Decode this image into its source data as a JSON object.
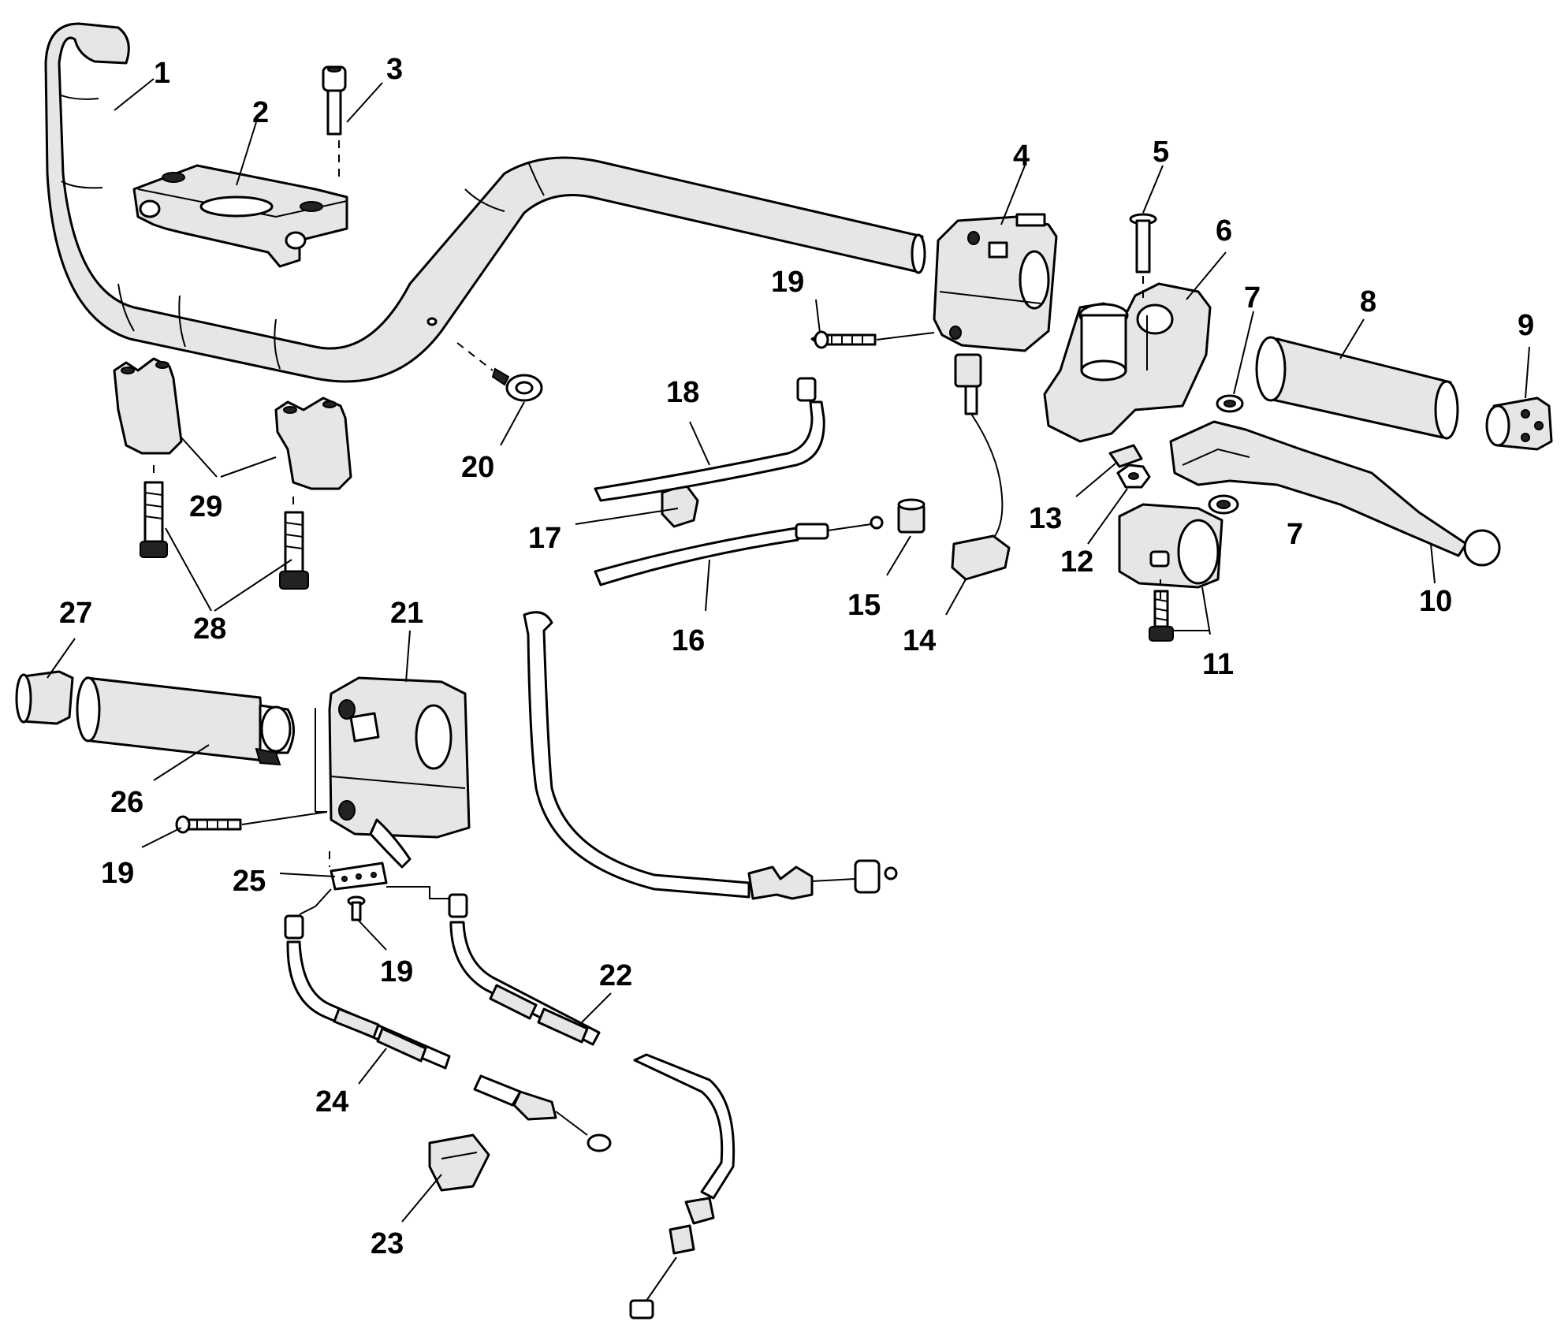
{
  "callouts": [
    "1",
    "2",
    "3",
    "4",
    "5",
    "6",
    "7",
    "8",
    "9",
    "10",
    "11",
    "12",
    "13",
    "14",
    "15",
    "16",
    "17",
    "18",
    "19",
    "20",
    "21",
    "22",
    "23",
    "24",
    "25",
    "26",
    "27",
    "28",
    "29"
  ],
  "colors": {
    "line": "#000000",
    "background": "#ffffff",
    "fill": "#e6e6e6"
  }
}
